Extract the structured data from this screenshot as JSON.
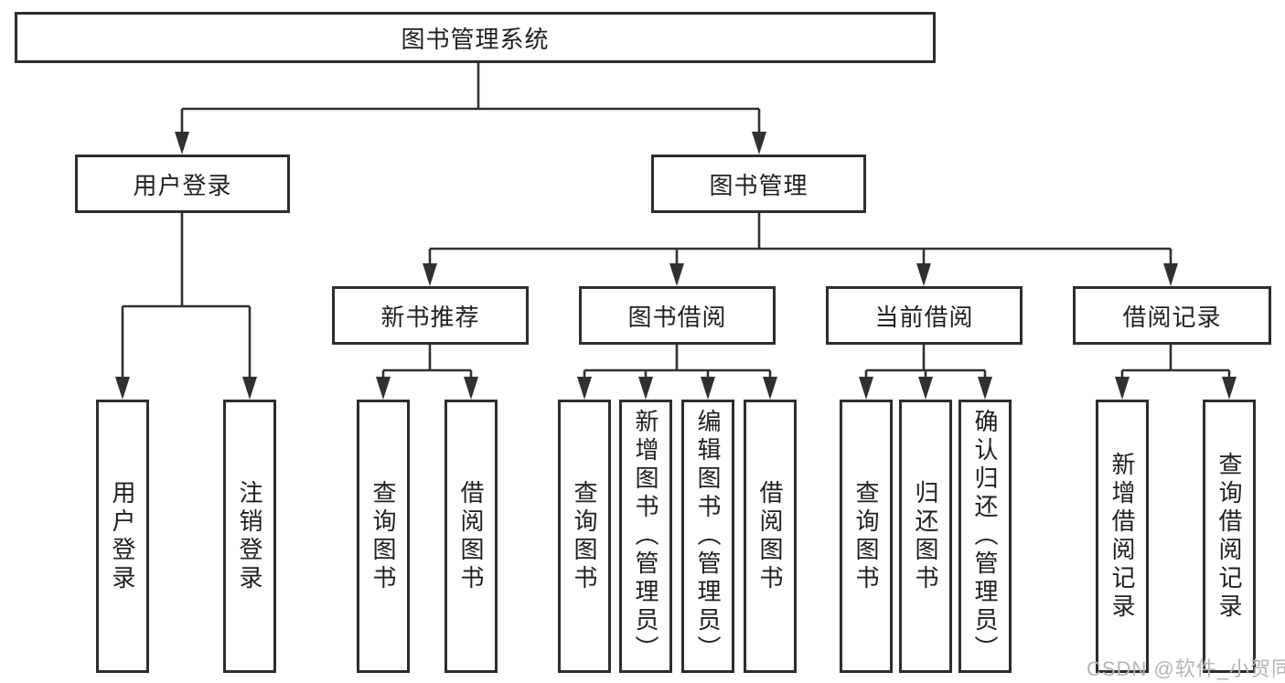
{
  "colors": {
    "line": "#303030",
    "box_border": "#2d2d2d",
    "text": "#1f1f1f",
    "background": "#ffffff",
    "watermark": "#b5b5b5"
  },
  "root": {
    "label": "图书管理系统"
  },
  "level2": [
    {
      "label": "用户登录"
    },
    {
      "label": "图书管理"
    }
  ],
  "level3": [
    {
      "label": "新书推荐"
    },
    {
      "label": "图书借阅"
    },
    {
      "label": "当前借阅"
    },
    {
      "label": "借阅记录"
    }
  ],
  "leaf_groups": [
    {
      "parent": "用户登录",
      "leaves": [
        "用户登录",
        "注销登录"
      ]
    },
    {
      "parent": "新书推荐",
      "leaves": [
        "查询图书",
        "借阅图书"
      ]
    },
    {
      "parent": "图书借阅",
      "leaves": [
        "查询图书",
        "新增图书（管理员）",
        "编辑图书（管理员）",
        "借阅图书"
      ]
    },
    {
      "parent": "当前借阅",
      "leaves": [
        "查询图书",
        "归还图书",
        "确认归还（管理员）"
      ]
    },
    {
      "parent": "借阅记录",
      "leaves": [
        "新增借阅记录",
        "查询借阅记录"
      ]
    }
  ],
  "watermark": {
    "text": "CSDN @软件_小贺同学"
  }
}
